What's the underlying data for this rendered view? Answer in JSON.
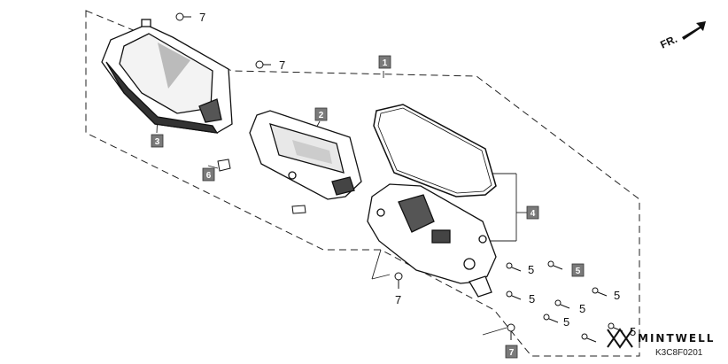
{
  "diagram": {
    "direction_label": "FR.",
    "part_code": "K3C8F0201",
    "brand": "MINTWELL",
    "callouts": {
      "boxed": [
        "1",
        "2",
        "3",
        "4",
        "5",
        "6",
        "7"
      ],
      "plain": [
        "7",
        "7",
        "5",
        "5",
        "5",
        "5",
        "5",
        "5",
        "7"
      ]
    }
  },
  "colors": {
    "line": "#111111",
    "box_fill": "#7a7a7a",
    "box_text": "#ffffff"
  }
}
